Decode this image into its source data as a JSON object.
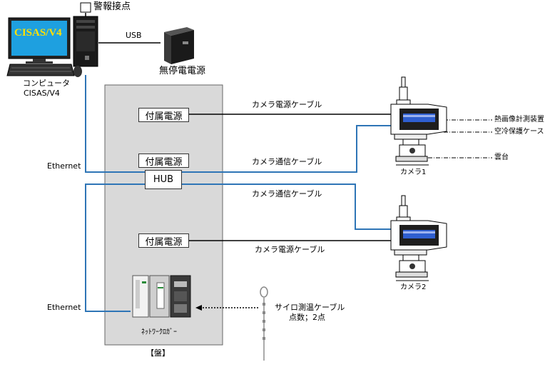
{
  "top": {
    "alarm_contact": "警報接点",
    "usb": "USB",
    "ups": "無停電電源",
    "computer_line1": "コンピュータ",
    "computer_line2": "CISAS/V4",
    "monitor_brand": "CISAS/V4"
  },
  "panel": {
    "label": "【盤】",
    "power1": "付属電源",
    "power2": "付属電源",
    "hub": "HUB",
    "power3": "付属電源",
    "logger": "ﾈｯﾄﾜｰｸﾛｶﾞｰ"
  },
  "links": {
    "ethernet_top": "Ethernet",
    "ethernet_bottom": "Ethernet",
    "cam1_power_cable": "カメラ電源ケーブル",
    "cam1_comm_cable": "カメラ通信ケーブル",
    "cam2_comm_cable": "カメラ通信ケーブル",
    "cam2_power_cable": "カメラ電源ケーブル",
    "sensor_cable": "サイロ測温ケーブル",
    "sensor_points": "点数；2点"
  },
  "cameras": {
    "cam1_label": "カメラ1",
    "cam2_label": "カメラ2",
    "thermal_device": "熱画像計測装置",
    "cooling_case": "空冷保護ケース",
    "pan_tilt": "雲台"
  },
  "colors": {
    "ethernet": "#2e75b6",
    "panel_fill": "#d9d9d9",
    "camera_blue": "#2f5fd0"
  }
}
